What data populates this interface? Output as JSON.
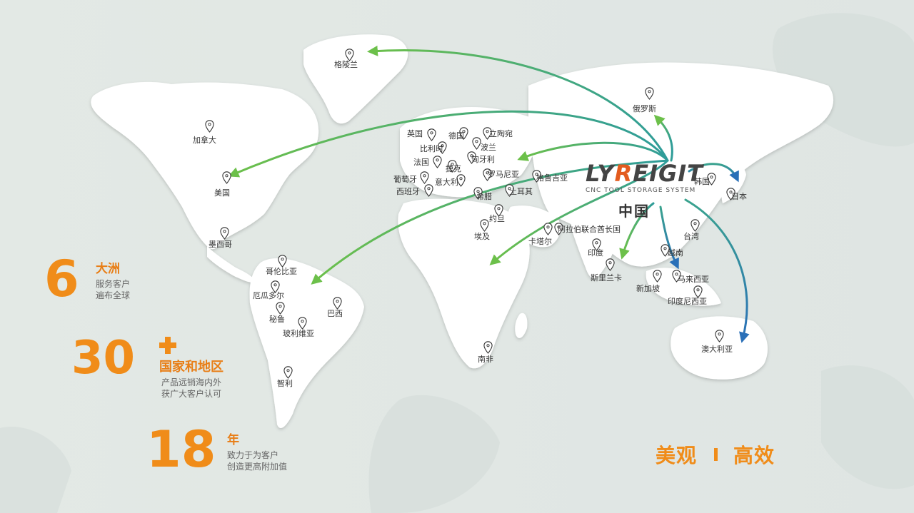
{
  "brand": {
    "logo_text": "LYREIGIT",
    "logo_subtitle": "CNC TOOL STORAGE SYSTEM",
    "origin_label": "中国"
  },
  "locations": [
    {
      "name": "格陵兰",
      "icon": "map-pin-icon"
    },
    {
      "name": "俄罗斯",
      "icon": "map-pin-icon"
    },
    {
      "name": "加拿大",
      "icon": "map-pin-icon"
    },
    {
      "name": "美国",
      "icon": "map-pin-icon"
    },
    {
      "name": "墨西哥",
      "icon": "map-pin-icon"
    },
    {
      "name": "哥伦比亚",
      "icon": "map-pin-icon"
    },
    {
      "name": "厄瓜多尔",
      "icon": "map-pin-icon"
    },
    {
      "name": "秘鲁",
      "icon": "map-pin-icon"
    },
    {
      "name": "玻利维亚",
      "icon": "map-pin-icon"
    },
    {
      "name": "巴西",
      "icon": "map-pin-icon"
    },
    {
      "name": "智利",
      "icon": "map-pin-icon"
    },
    {
      "name": "英国",
      "icon": "map-pin-icon"
    },
    {
      "name": "德国",
      "icon": "map-pin-icon"
    },
    {
      "name": "立陶宛",
      "icon": "map-pin-icon"
    },
    {
      "name": "比利时",
      "icon": "map-pin-icon"
    },
    {
      "name": "波兰",
      "icon": "map-pin-icon"
    },
    {
      "name": "法国",
      "icon": "map-pin-icon"
    },
    {
      "name": "匈牙利",
      "icon": "map-pin-icon"
    },
    {
      "name": "捷克",
      "icon": "map-pin-icon"
    },
    {
      "name": "葡萄牙",
      "icon": "map-pin-icon"
    },
    {
      "name": "罗马尼亚",
      "icon": "map-pin-icon"
    },
    {
      "name": "格鲁吉亚",
      "icon": "map-pin-icon"
    },
    {
      "name": "意大利",
      "icon": "map-pin-icon"
    },
    {
      "name": "西班牙",
      "icon": "map-pin-icon"
    },
    {
      "name": "希腊",
      "icon": "map-pin-icon"
    },
    {
      "name": "土耳其",
      "icon": "map-pin-icon"
    },
    {
      "name": "约旦",
      "icon": "map-pin-icon"
    },
    {
      "name": "埃及",
      "icon": "map-pin-icon"
    },
    {
      "name": "卡塔尔",
      "icon": "map-pin-icon"
    },
    {
      "name": "阿拉伯联合酋长国",
      "icon": "map-pin-icon"
    },
    {
      "name": "印度",
      "icon": "map-pin-icon"
    },
    {
      "name": "斯里兰卡",
      "icon": "map-pin-icon"
    },
    {
      "name": "新加坡",
      "icon": "map-pin-icon"
    },
    {
      "name": "越南",
      "icon": "map-pin-icon"
    },
    {
      "name": "马来西亚",
      "icon": "map-pin-icon"
    },
    {
      "name": "印度尼西亚",
      "icon": "map-pin-icon"
    },
    {
      "name": "台湾",
      "icon": "map-pin-icon"
    },
    {
      "name": "韩国",
      "icon": "map-pin-icon"
    },
    {
      "name": "日本",
      "icon": "map-pin-icon"
    },
    {
      "name": "南非",
      "icon": "map-pin-icon"
    },
    {
      "name": "澳大利亚",
      "icon": "map-pin-icon"
    }
  ],
  "stats": [
    {
      "number": "6",
      "title": "大洲",
      "desc": [
        "服务客户",
        "遍布全球"
      ]
    },
    {
      "number": "30",
      "title": "国家和地区",
      "desc": [
        "产品远销海内外",
        "获广大客户认可"
      ]
    },
    {
      "number": "18",
      "title": "年",
      "desc": [
        "致力于为客户",
        "创造更高附加值"
      ]
    }
  ],
  "slogan": {
    "left": "美观",
    "right": "高效"
  },
  "colors": {
    "accent_orange": "#f08c19",
    "logo_red": "#e35b1e",
    "arrow_green": "#6cc04a",
    "arrow_teal": "#2e9c9a",
    "arrow_blue": "#2a70b8",
    "land": "#ffffff",
    "ocean": "#e4e9e6"
  }
}
